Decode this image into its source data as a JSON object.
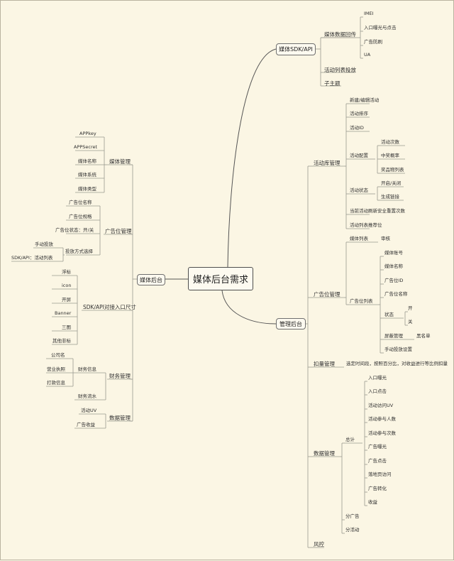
{
  "root": "媒体后台需求",
  "branches": {
    "sdk": "媒体SDK/API",
    "manage": "管理后台",
    "media": "媒体后台"
  },
  "sdk": {
    "report": "媒体数据回传",
    "report_items": [
      "IMEI",
      "入口曝光与点击",
      "广告防刷",
      "UA"
    ],
    "activity_list": "活动列表投放",
    "subtopic": "子主题"
  },
  "manage": {
    "activity_lib": "活动库管理",
    "activity_items": [
      "新建/编辑活动",
      "活动排序",
      "活动ID",
      "活动配置",
      "活动状态",
      "当前活动刷新安全重置次数",
      "活动列表推荐位"
    ],
    "config_items": [
      "活动次数",
      "中奖概率",
      "奖品物列表"
    ],
    "status_items": [
      "开启/关闭",
      "生成链接"
    ],
    "adpos": "广告位管理",
    "media_list": "媒体列表",
    "audit": "审核",
    "adpos_list": "广告位列表",
    "adpos_list_items": [
      "媒体账号",
      "媒体名称",
      "广告位ID",
      "广告位名称",
      "状态",
      "屏蔽管理",
      "手动投放设置"
    ],
    "state_items": [
      "开",
      "关"
    ],
    "blacklist": "黑名单",
    "deduct": "扣量管理",
    "deduct_note": "选定时间段，按照百分比，对收益进行等比例扣量",
    "data": "数据管理",
    "total": "总计",
    "total_items": [
      "入口曝光",
      "入口点击",
      "活动访问UV",
      "活动参与人数",
      "活动参与次数",
      "广告曝光",
      "广告点击",
      "落地页访问",
      "广告转化",
      "收益"
    ],
    "by_ad": "分广告",
    "by_activity": "分活动",
    "risk": "风控"
  },
  "media": {
    "media_mgmt": "媒体管理",
    "media_items": [
      "APPkey",
      "APPSecret",
      "媒体名称",
      "媒体系统",
      "媒体类型"
    ],
    "adpos_mgmt": "广告位管理",
    "adpos_items": [
      "广告位名称",
      "广告位规格",
      "广告位状态：开/关",
      "投放方式选择"
    ],
    "delivery_items": [
      "手动投放",
      "SDK/API：活动列表"
    ],
    "sdk_sizes": "SDK/API对接入口尺寸",
    "size_items": [
      "浮标",
      "icon",
      "开屏",
      "Banner",
      "三图",
      "其他非标"
    ],
    "finance": "财务管理",
    "fin_info": "财务信息",
    "fin_info_items": [
      "公司名",
      "营业执照",
      "打款信息"
    ],
    "fin_flow": "财务流水",
    "data_mgmt": "数据管理",
    "data_items": [
      "活动UV",
      "广告收益"
    ]
  }
}
